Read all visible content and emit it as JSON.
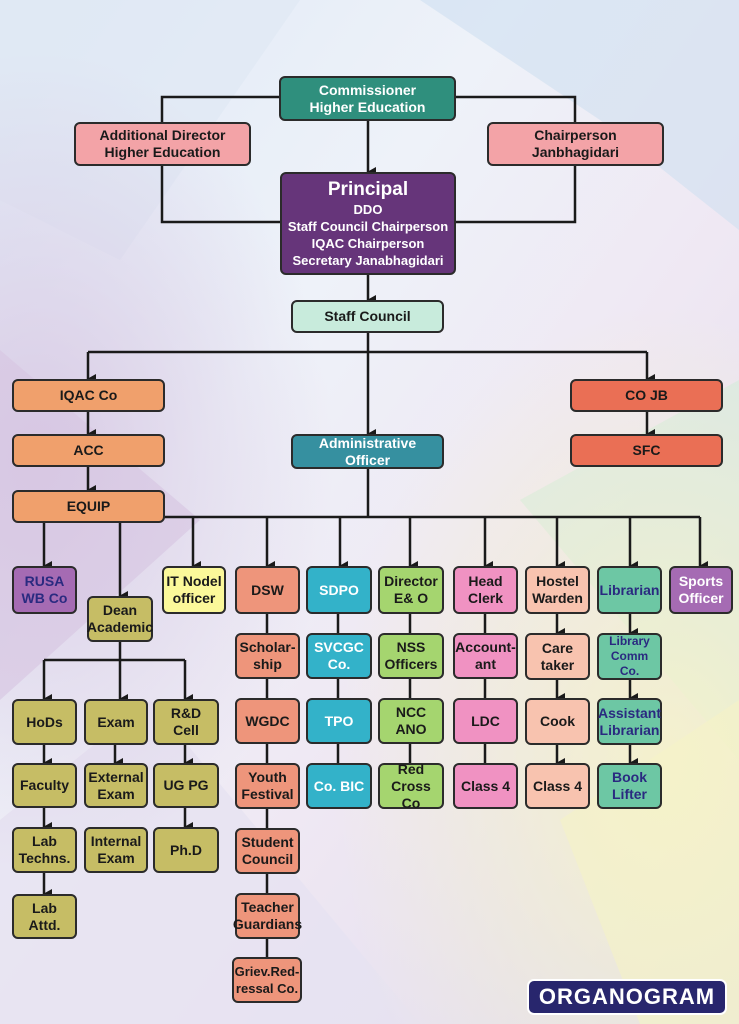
{
  "colors": {
    "teal": "#2f8f7d",
    "pink": "#f3a3a7",
    "purple": "#66357a",
    "mint": "#c8ebdc",
    "orange": "#f0a06c",
    "coral": "#ea6f55",
    "blue_teal": "#3690a0",
    "violet": "#a56bb3",
    "yellow": "#fbf89a",
    "olive": "#c6bd65",
    "salmon": "#ee957b",
    "cyan": "#33b2c9",
    "green": "#a5d56f",
    "magenta_pink": "#f092c2",
    "peach": "#f8c3af",
    "sea_green": "#6dc7a4",
    "badge": "#28266d"
  },
  "top": {
    "commissioner": "Commissioner\nHigher Education",
    "additional_director": "Additional Director\nHigher Education",
    "chairperson": "Chairperson\nJanbhagidari",
    "principal_title": "Principal",
    "principal_roles": "DDO\nStaff Council Chairperson\nIQAC Chairperson\nSecretary Janabhagidari",
    "staff_council": "Staff Council"
  },
  "left": {
    "iqac": "IQAC Co",
    "acc": "ACC",
    "equip": "EQUIP"
  },
  "right": {
    "cojb": "CO JB",
    "sfc": "SFC"
  },
  "admin": "Administrative Officer",
  "branches": {
    "rusa": "RUSA\nWB Co",
    "dean": "Dean\nAcademic",
    "it": "IT Nodel\nofficer",
    "dsw": "DSW",
    "sdpo": "SDPO",
    "director_eo": "Director\nE& O",
    "head_clerk": "Head\nClerk",
    "hostel_warden": "Hostel\nWarden",
    "librarian": "Librarian",
    "sports": "Sports\nOfficer"
  },
  "dean_branch": {
    "hods": "HoDs",
    "faculty": "Faculty",
    "lab_techns": "Lab\nTechns.",
    "lab_attd": "Lab Attd.",
    "exam": "Exam",
    "external_exam": "External\nExam",
    "internal_exam": "Internal\nExam",
    "rd_cell": "R&D Cell",
    "ug_pg": "UG PG",
    "phd": "Ph.D"
  },
  "dsw_branch": {
    "scholarship": "Scholar-\nship",
    "wgdc": "WGDC",
    "youth_festival": "Youth\nFestival",
    "student_council": "Student\nCouncil",
    "teacher_guardians": "Teacher\nGuardians",
    "griev": "Griev.Red-\nressal Co."
  },
  "sdpo_branch": {
    "svcgc": "SVCGC\nCo.",
    "tpo": "TPO",
    "bic": "Co. BIC"
  },
  "director_branch": {
    "nss": "NSS\nOfficers",
    "ncc": "NCC ANO",
    "red_cross": "Red\nCross Co"
  },
  "clerk_branch": {
    "accountant": "Account-\nant",
    "ldc": "LDC",
    "class4": "Class 4"
  },
  "warden_branch": {
    "care_taker": "Care\ntaker",
    "cook": "Cook",
    "class4": "Class 4"
  },
  "library_branch": {
    "library_comm": "Library\nComm Co.",
    "assistant": "Assistant\nLibrarian",
    "book_lifter": "Book\nLifter"
  },
  "badge": "ORGANOGRAM"
}
